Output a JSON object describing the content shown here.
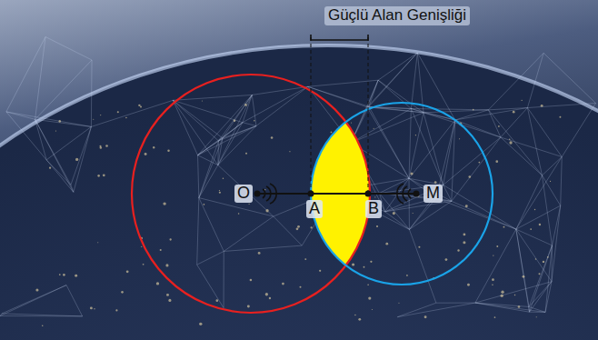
{
  "diagram": {
    "labels": [
      "Güçlü Alan Genişliği",
      "O",
      "A",
      "B",
      "M"
    ]
  }
}
